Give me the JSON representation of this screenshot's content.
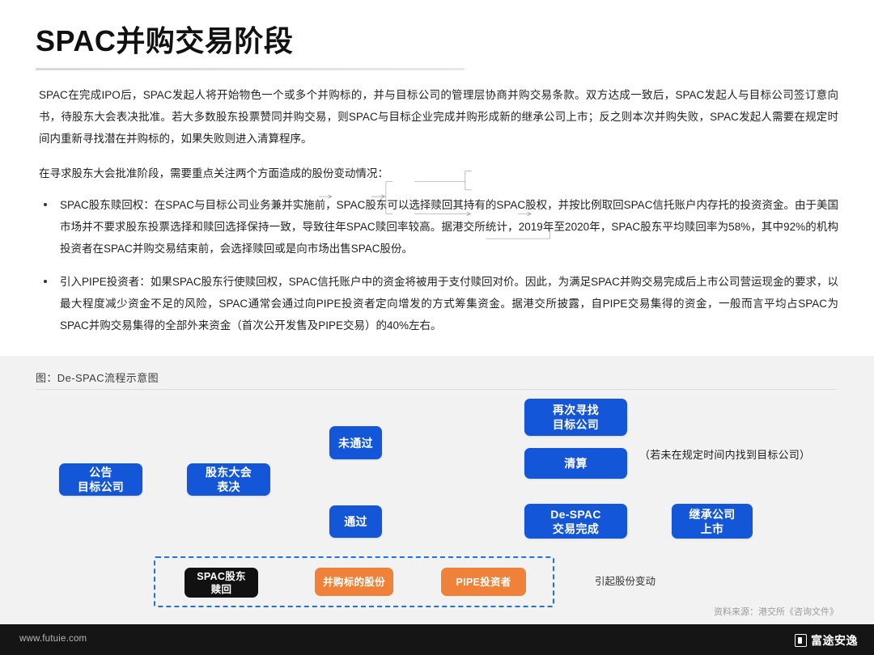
{
  "page": {
    "title": "SPAC并购交易阶段"
  },
  "body": {
    "paragraph_1": "SPAC在完成IPO后，SPAC发起人将开始物色一个或多个并购标的，并与目标公司的管理层协商并购交易条款。双方达成一致后，SPAC发起人与目标公司签订意向书，待股东大会表决批准。若大多数股东投票赞同并购交易，则SPAC与目标企业完成并购形成新的继承公司上市；反之则本次并购失败，SPAC发起人需要在规定时间内重新寻找潜在并购标的，如果失败则进入清算程序。",
    "paragraph_2": "在寻求股东大会批准阶段，需要重点关注两个方面造成的股份变动情况：",
    "bullets": [
      "SPAC股东赎回权：在SPAC与目标公司业务兼并实施前，SPAC股东可以选择赎回其持有的SPAC股权，并按比例取回SPAC信托账户内存托的投资资金。由于美国市场并不要求股东投票选择和赎回选择保持一致，导致往年SPAC赎回率较高。据港交所统计，2019年至2020年，SPAC股东平均赎回率为58%，其中92%的机构投资者在SPAC并购交易结束前，会选择赎回或是向市场出售SPAC股份。",
      "引入PIPE投资者：如果SPAC股东行使赎回权，SPAC信托账户中的资金将被用于支付赎回对价。因此，为满足SPAC并购交易完成后上市公司营运现金的要求，以最大程度减少资金不足的风险，SPAC通常会通过向PIPE投资者定向增发的方式筹集资金。据港交所披露，自PIPE交易集得的资金，一般而言平均占SPAC为SPAC并购交易集得的全部外来资金（首次公开发售及PIPE交易）的40%左右。"
    ]
  },
  "figure": {
    "caption": "图：De-SPAC流程示意图",
    "source": "资料来源：港交所《咨询文件》",
    "note": "（若未在规定时间内找到目标公司）",
    "change_label": "引起股份变动",
    "nodes": {
      "announce": {
        "line1": "公告",
        "line2": "目标公司"
      },
      "meeting": {
        "line1": "股东大会",
        "line2": "表决"
      },
      "fail": {
        "line1": "未通过"
      },
      "pass": {
        "line1": "通过"
      },
      "research": {
        "line1": "再次寻找",
        "line2": "目标公司"
      },
      "liquidate": {
        "line1": "清算"
      },
      "despac": {
        "line1": "De-SPAC",
        "line2": "交易完成"
      },
      "successor": {
        "line1": "继承公司",
        "line2": "上市"
      },
      "redeem": {
        "line1": "SPAC股东",
        "line2": "赎回"
      },
      "shares": {
        "line1": "并购标的股份"
      },
      "pipe": {
        "line1": "PIPE投资者"
      }
    },
    "colors": {
      "node_blue": "#1456d8",
      "node_orange": "#ef8139",
      "node_black": "#111111",
      "dashed_border": "#1a73e8",
      "panel_background": "#f2f2f2",
      "connector": "#8a8a8a"
    }
  },
  "footer": {
    "url": "www.futuie.com",
    "brand": "富途安逸"
  }
}
